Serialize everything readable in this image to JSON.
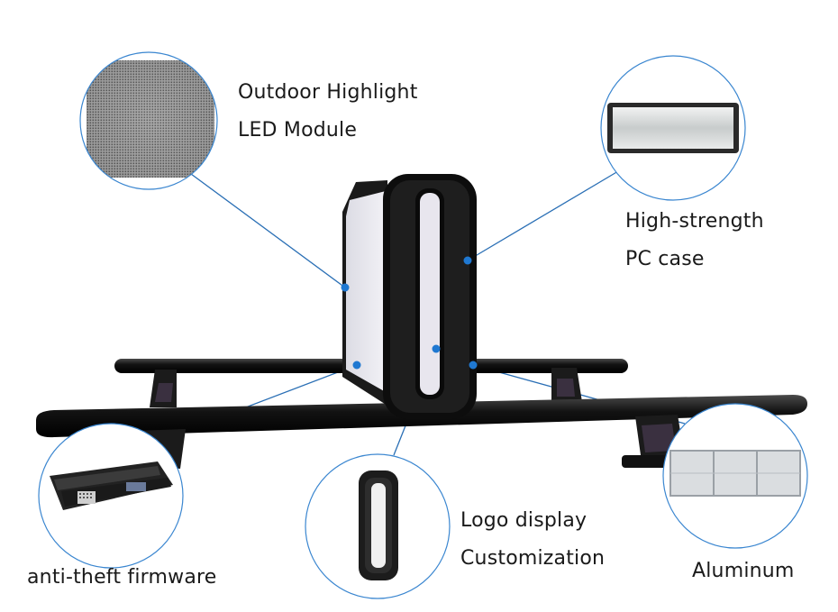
{
  "callouts": {
    "led_module": {
      "line1": "Outdoor Highlight",
      "line2": "LED Module"
    },
    "pc_case": {
      "line1": "High-strength",
      "line2": "PC case"
    },
    "anti_theft": {
      "line1": "anti-theft firmware"
    },
    "logo_display": {
      "line1": "Logo display",
      "line2": "Customization"
    },
    "aluminum": {
      "line1": "Aluminum"
    }
  },
  "colors": {
    "circle_stroke": "#3a86d0",
    "leader_line": "#2a6fb5",
    "dot": "#1f78d1",
    "frame": "#0d0d0d",
    "screen": "#e9e8ee"
  }
}
